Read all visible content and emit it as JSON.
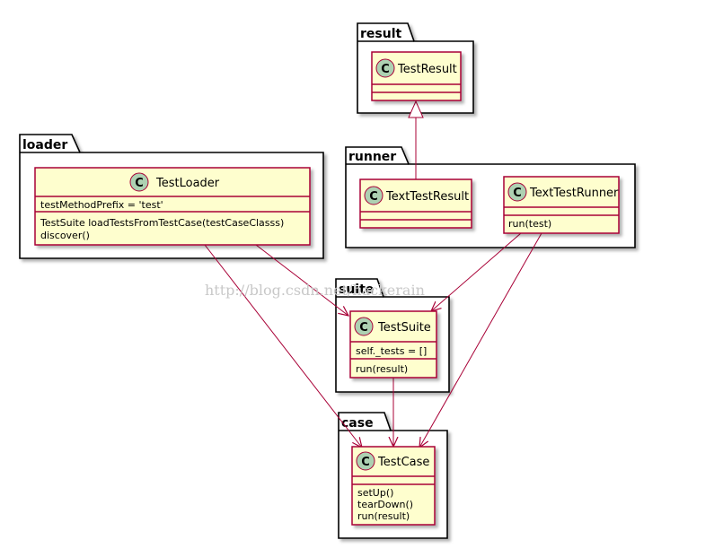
{
  "colors": {
    "class_fill": "#FEFECE",
    "class_border": "#A80036",
    "arrow": "#A80036",
    "package_border": "#000000",
    "circle_fill": "#ADD1B2",
    "watermark": "#c8c8c8"
  },
  "packages": {
    "result": "result",
    "loader": "loader",
    "runner": "runner",
    "suite": "suite",
    "case": "case"
  },
  "classes": {
    "test_result": {
      "stereotype": "C",
      "name": "TestResult"
    },
    "test_loader": {
      "stereotype": "C",
      "name": "TestLoader",
      "fields": [
        "testMethodPrefix = 'test'"
      ],
      "methods": [
        "TestSuite loadTestsFromTestCase(testCaseClasss)",
        "discover()"
      ]
    },
    "text_test_result": {
      "stereotype": "C",
      "name": "TextTestResult"
    },
    "text_test_runner": {
      "stereotype": "C",
      "name": "TextTestRunner",
      "methods": [
        "run(test)"
      ]
    },
    "test_suite": {
      "stereotype": "C",
      "name": "TestSuite",
      "fields": [
        "self._tests = []"
      ],
      "methods": [
        "run(result)"
      ]
    },
    "test_case": {
      "stereotype": "C",
      "name": "TestCase",
      "methods": [
        "setUp()",
        "tearDown()",
        "run(result)"
      ]
    }
  },
  "watermark": "http://blog.csdn.net/hackerain"
}
